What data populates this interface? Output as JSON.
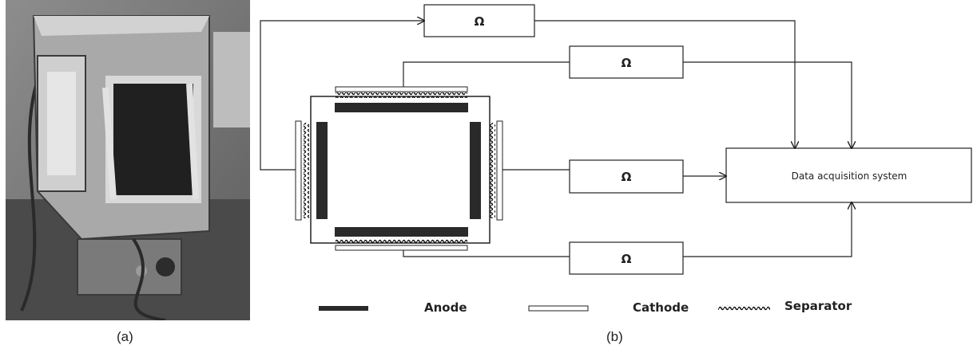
{
  "panel_a": {
    "caption": "(a)"
  },
  "panel_b": {
    "caption": "(b)",
    "resistor_symbol": "Ω",
    "resistor_count": 4,
    "daq_label": "Data acquisition system",
    "legend": {
      "anode": "Anode",
      "cathode": "Cathode",
      "separator": "Separator"
    }
  }
}
